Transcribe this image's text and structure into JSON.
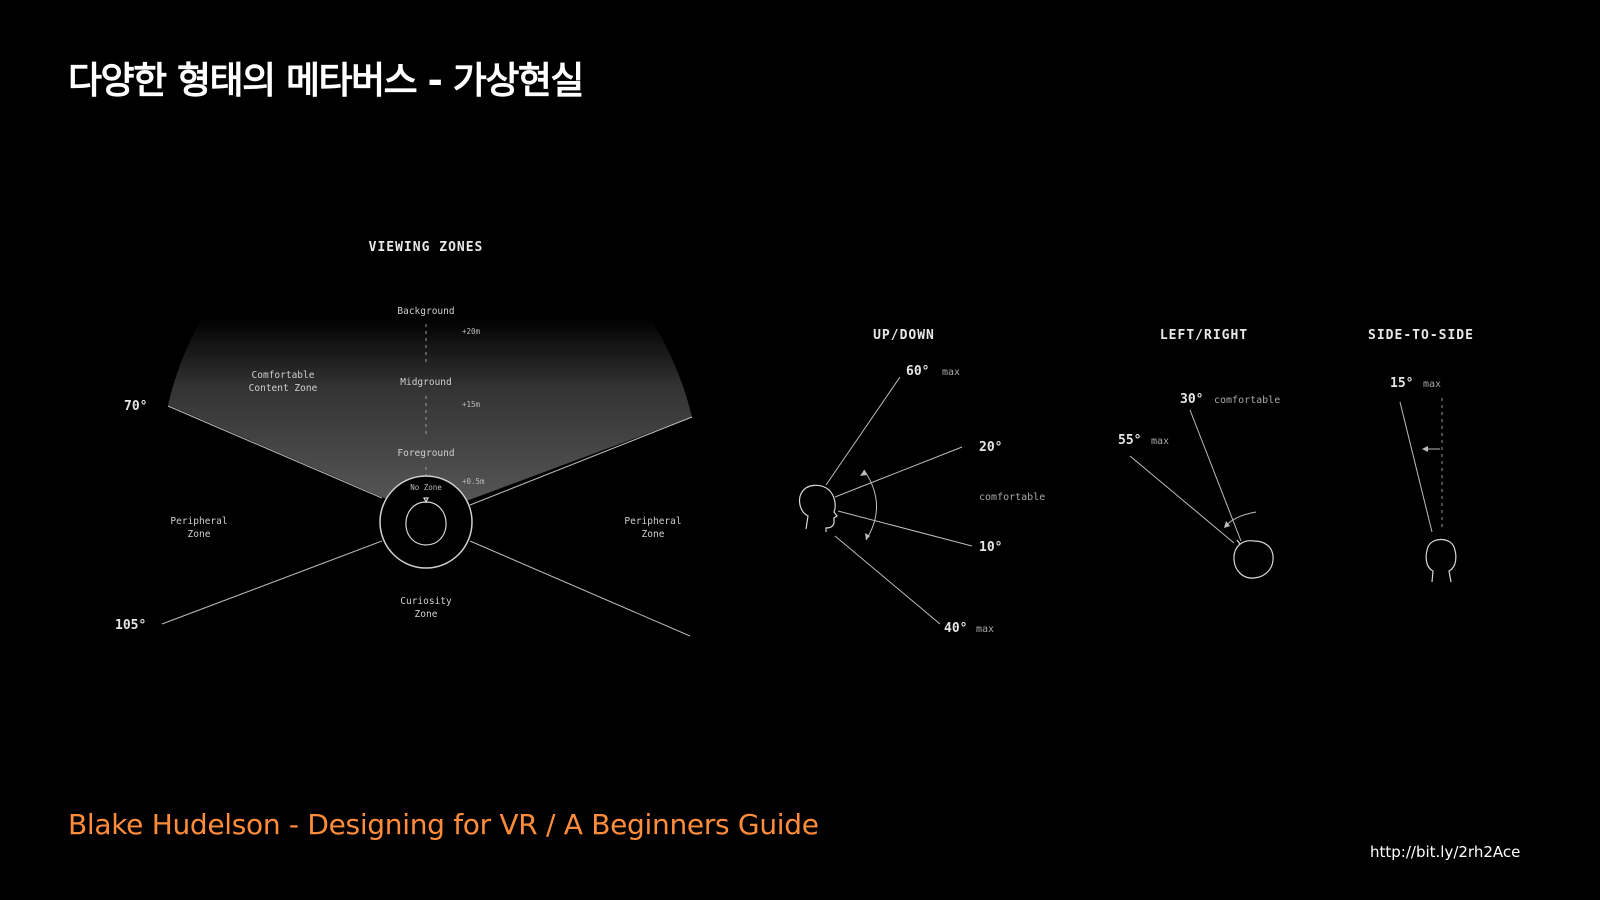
{
  "slide": {
    "title": "다양한 형태의 메타버스 - 가상현실",
    "credit": "Blake Hudelson - Designing for VR / A Beginners Guide",
    "url": "http://bit.ly/2rh2Ace"
  },
  "viewing_zones": {
    "title": "VIEWING ZONES",
    "angle_top": "70°",
    "angle_bottom": "105°",
    "background": "Background",
    "midground": "Midground",
    "foreground": "Foreground",
    "dist_bg": "+20m",
    "dist_mid": "+15m",
    "dist_fg": "+0.5m",
    "comfortable_line1": "Comfortable",
    "comfortable_line2": "Content Zone",
    "no_zone": "No Zone",
    "peripheral_left_1": "Peripheral",
    "peripheral_left_2": "Zone",
    "peripheral_right_1": "Peripheral",
    "peripheral_right_2": "Zone",
    "curiosity_1": "Curiosity",
    "curiosity_2": "Zone"
  },
  "up_down": {
    "title": "UP/DOWN",
    "up_max": "60°",
    "up_max_note": "max",
    "up_comf": "20°",
    "comfortable": "comfortable",
    "down_comf": "10°",
    "down_max": "40°",
    "down_max_note": "max"
  },
  "left_right": {
    "title": "LEFT/RIGHT",
    "comf": "30°",
    "comf_note": "comfortable",
    "max": "55°",
    "max_note": "max"
  },
  "side_to_side": {
    "title": "SIDE-TO-SIDE",
    "max": "15°",
    "max_note": "max"
  },
  "colors": {
    "background": "#000000",
    "title": "#ffffff",
    "credit": "#ff8c3a"
  }
}
